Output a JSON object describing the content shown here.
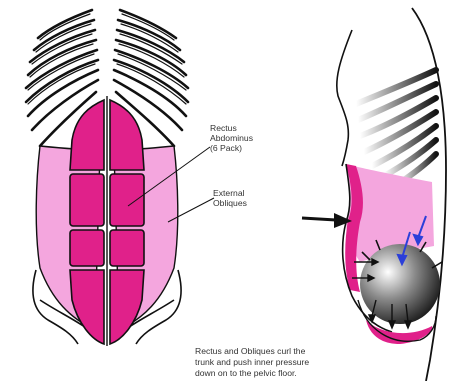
{
  "labels": {
    "rectus": [
      "Rectus",
      "Abdominus",
      "(6 Pack)"
    ],
    "obliques": [
      "External",
      "Obliques"
    ],
    "caption": [
      "Rectus and Obliques curl the",
      "trunk and push inner pressure",
      "down on to the pelvic floor."
    ]
  },
  "colors": {
    "magenta": "#e0218a",
    "pink": "#f4a6de",
    "outline": "#111111",
    "arrow_blue": "#2b3fd9",
    "background": "#ffffff"
  }
}
